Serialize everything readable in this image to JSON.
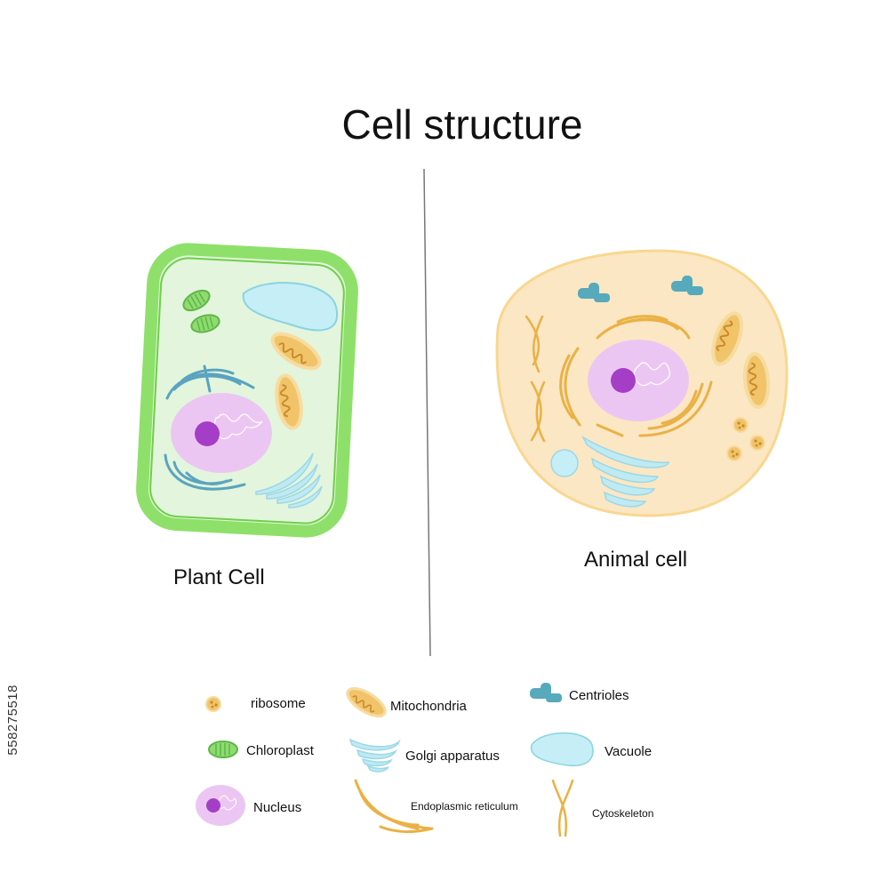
{
  "title": "Cell structure",
  "plant_label": "Plant Cell",
  "animal_label": "Animal cell",
  "legend": {
    "ribosome": "ribosome",
    "mitochondria": "Mitochondria",
    "centrioles": "Centrioles",
    "chloroplast": "Chloroplast",
    "golgi": "Golgi apparatus",
    "vacuole": "Vacuole",
    "nucleus": "Nucleus",
    "er": "Endoplasmic reticulum",
    "cytoskeleton": "Cytoskeleton"
  },
  "stock_id": "558275518",
  "colors": {
    "cell_wall": "#8ee06a",
    "plant_cytoplasm": "#e3f5dc",
    "animal_cytoplasm": "#fbe7c4",
    "animal_membrane": "#f9d78f",
    "nucleus": "#ecc6f3",
    "nucleolus": "#a53ec7",
    "mitochondria": "#f1c46a",
    "golgi": "#bfeaf2",
    "er_plant": "#5aa4bf",
    "er_animal": "#eab145",
    "centrioles": "#57a9bc",
    "chloroplast": "#8edc6f",
    "vacuole": "#c6eef6"
  }
}
